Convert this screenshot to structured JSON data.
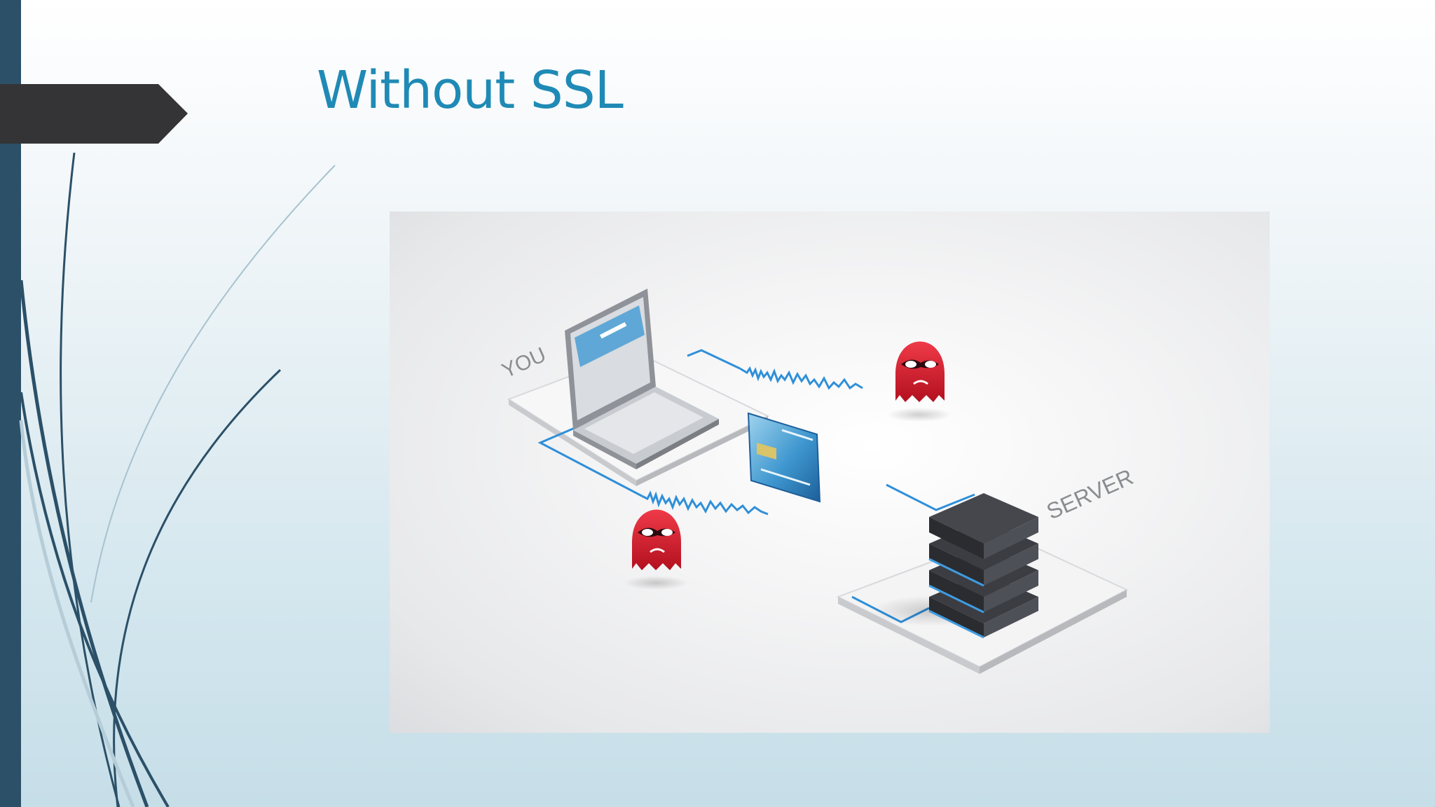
{
  "slide": {
    "title": "Without SSL"
  },
  "illustration": {
    "client_label": "YOU",
    "server_label": "SERVER",
    "icons": [
      "laptop-icon",
      "server-icon",
      "credit-card-icon",
      "hacker-ghost-icon"
    ]
  },
  "colors": {
    "title": "#1f8ab5",
    "left_bar": "#2b5068",
    "arrow_tab": "#343436",
    "wire": "#2f8fd8",
    "hacker": "#d01a2c"
  }
}
